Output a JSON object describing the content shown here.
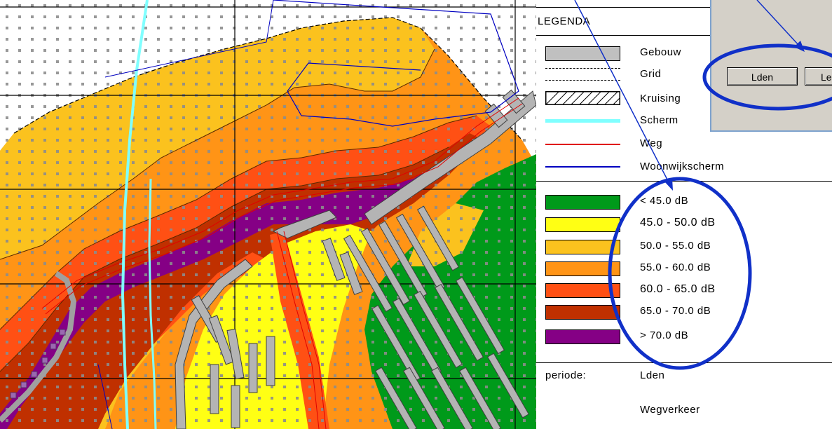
{
  "legend": {
    "title": "LEGENDA",
    "items": [
      {
        "label": "Gebouw",
        "icon": "building-swatch"
      },
      {
        "label": "Grid",
        "icon": "grid-line-swatch"
      },
      {
        "label": "Kruising",
        "icon": "crossing-hatch-swatch"
      },
      {
        "label": "Scherm",
        "icon": "screen-line-swatch",
        "color": "#80ffff"
      },
      {
        "label": "Weg",
        "icon": "road-line-swatch",
        "color": "#e00000"
      },
      {
        "label": "Woonwijkscherm",
        "icon": "residential-screen-line-swatch",
        "color": "#0000c0"
      }
    ],
    "classes": [
      {
        "label": "< 45.0 dB",
        "color": "#009a1a"
      },
      {
        "label": "45.0 - 50.0 dB",
        "color": "#ffff14"
      },
      {
        "label": "50.0 - 55.0 dB",
        "color": "#fbc21e"
      },
      {
        "label": "55.0 - 60.0 dB",
        "color": "#ff9416"
      },
      {
        "label": "60.0 - 65.0 dB",
        "color": "#ff5014"
      },
      {
        "label": "65.0 - 70.0 dB",
        "color": "#c03000"
      },
      {
        "label": "> 70.0 dB",
        "color": "#850085"
      }
    ],
    "period_label": "periode:",
    "period_value": "Lden",
    "source": "Wegverkeer"
  },
  "dialog": {
    "buttons": [
      "Lden",
      "Le"
    ]
  },
  "colors": {
    "highlight": "#1030c8",
    "dialog_bg": "#d4d0c8"
  }
}
